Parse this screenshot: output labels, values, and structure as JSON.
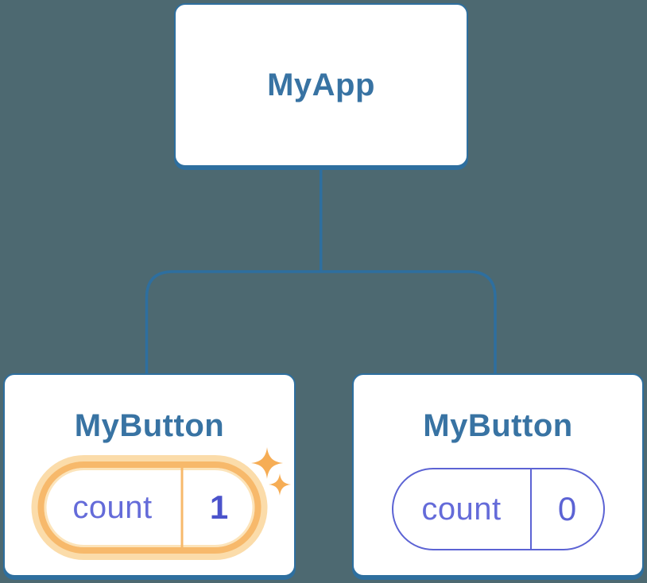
{
  "diagram": {
    "title": "react-component-tree",
    "root": {
      "label": "MyApp"
    },
    "children": [
      {
        "label": "MyButton",
        "state": {
          "key": "count",
          "value": "1"
        },
        "highlighted": true,
        "note": "state just updated (sparkles)"
      },
      {
        "label": "MyButton",
        "state": {
          "key": "count",
          "value": "0"
        },
        "highlighted": false
      }
    ]
  },
  "colors": {
    "background": "#4d6971",
    "node_fill": "#ffffff",
    "node_border": "#2e6f9f",
    "node_title_text": "#3873a3",
    "connector_line": "#2e6f9f",
    "state_key_text": "#646bd9",
    "state_pill_border": "#5c63d4",
    "state_value_normal": "#5c63d4",
    "state_value_highlighted": "#4b53cb",
    "highlight_border": "#f7b96b",
    "highlight_glow": "#fbdcaa",
    "sparkle": "#f6ad55"
  },
  "icons": {
    "sparkle_large": "sparkle-icon",
    "sparkle_small": "sparkle-icon"
  }
}
